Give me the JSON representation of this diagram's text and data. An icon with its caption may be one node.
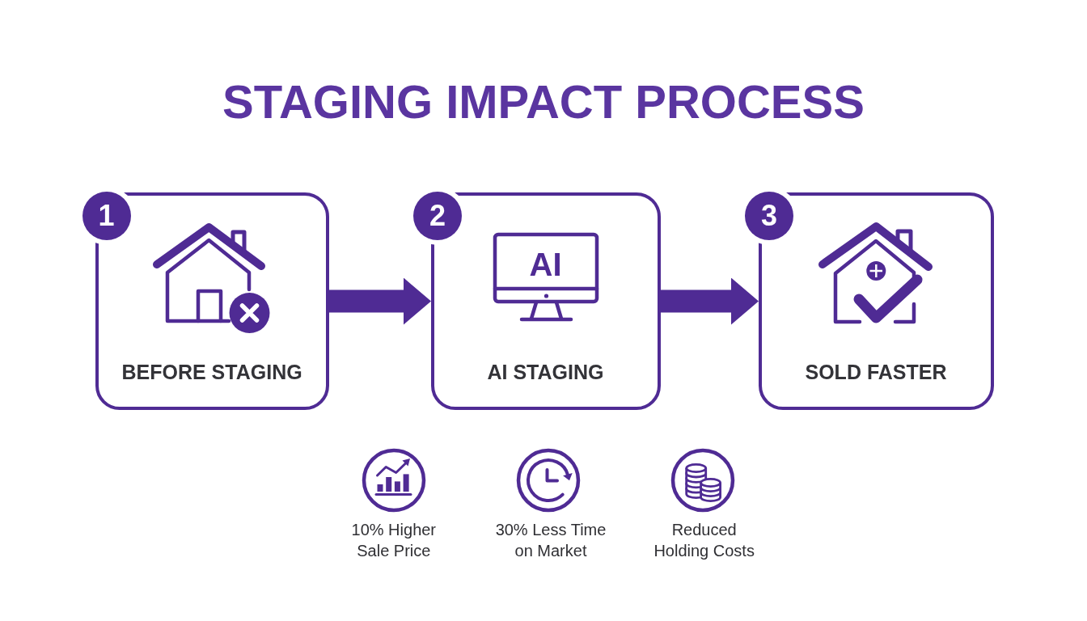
{
  "diagram": {
    "title": "STAGING IMPACT PROCESS",
    "nodes": [
      {
        "text": [
          "1"
        ]
      },
      {
        "text": [
          "BEFORE STAGING"
        ]
      },
      {
        "text": [
          "2"
        ]
      },
      {
        "text": [
          "AI",
          "AI STAGING"
        ]
      },
      {
        "text": [
          "3"
        ]
      },
      {
        "text": [
          "SOLD FASTER"
        ]
      }
    ],
    "edges": [
      {
        "from": 1,
        "to": 3,
        "arrow": "to"
      },
      {
        "from": 3,
        "to": 5,
        "arrow": "to"
      }
    ],
    "labels": [
      "10% Higher Sale Price",
      "30% Less Time on Market",
      "Reduced Holding Costs"
    ]
  }
}
